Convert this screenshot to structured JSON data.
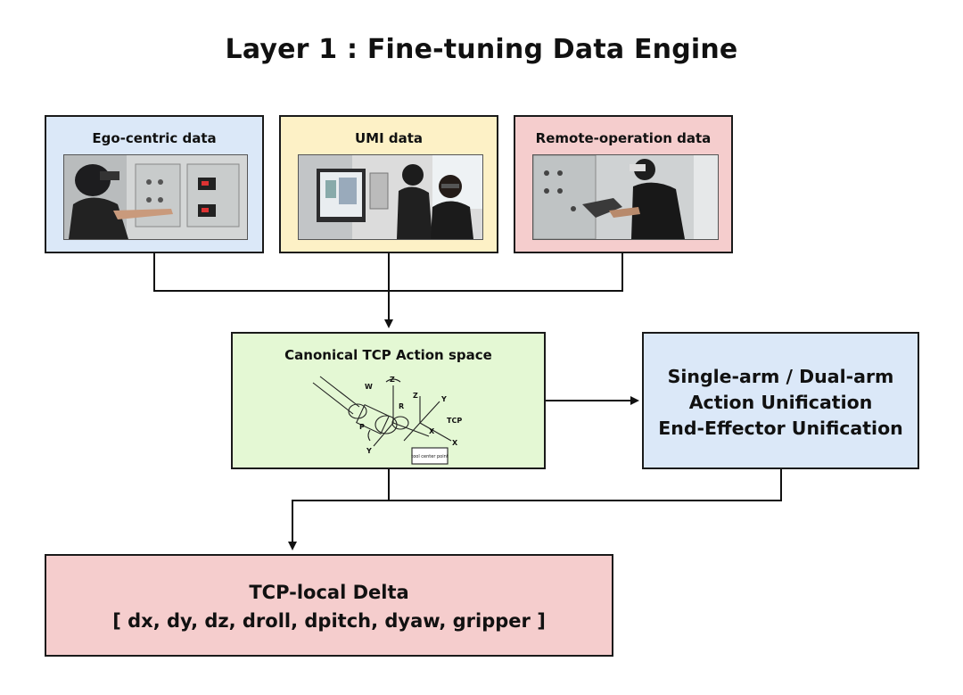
{
  "title": "Layer 1 : Fine-tuning Data Engine",
  "sources": [
    {
      "label": "Ego-centric data",
      "bg": "#dbe8f8"
    },
    {
      "label": "UMI data",
      "bg": "#fdf1c6"
    },
    {
      "label": "Remote-operation data",
      "bg": "#f5cdcd"
    }
  ],
  "canonical": {
    "label": "Canonical TCP Action space",
    "bg": "#e4f8d4",
    "diagram_labels": {
      "tcp": "TCP",
      "x": "X",
      "y": "Y",
      "z": "Z",
      "x2": "X",
      "y2": "Y",
      "z2": "Z",
      "w": "W",
      "p": "P",
      "r": "R",
      "tool_center_point": "tool center point"
    }
  },
  "unification": {
    "lines": [
      "Single-arm / Dual-arm",
      "Action Unification",
      "End-Effector Unification"
    ],
    "bg": "#dbe8f8"
  },
  "output": {
    "lines": [
      "TCP-local Delta",
      "[ dx, dy, dz, droll, dpitch, dyaw, gripper ]"
    ],
    "bg": "#f5cdcd"
  },
  "colors": {
    "border": "#1a1a1a",
    "line": "#111111"
  }
}
